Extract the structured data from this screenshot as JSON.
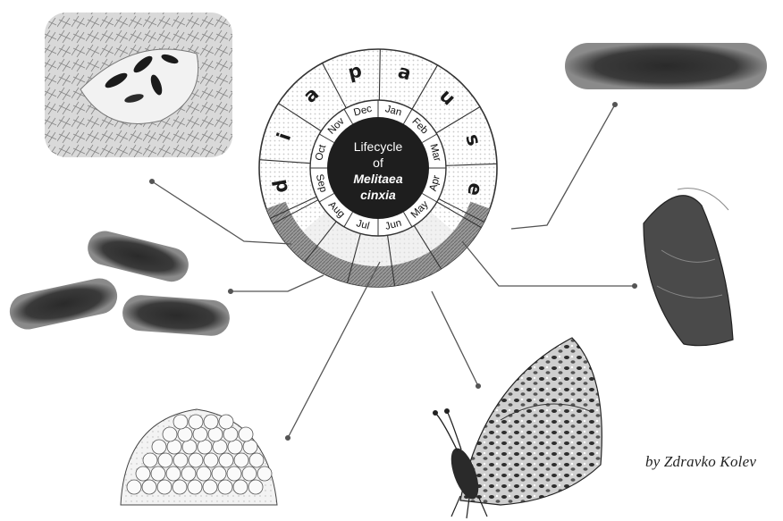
{
  "center": {
    "line1": "Lifecycle",
    "line2": "of",
    "line3": "Melitaea",
    "line4": "cinxia"
  },
  "months": [
    "Jan",
    "Feb",
    "Mar",
    "Apr",
    "May",
    "Jun",
    "Jul",
    "Aug",
    "Sep",
    "Oct",
    "Nov",
    "Dec"
  ],
  "phase_letters": [
    "d",
    "i",
    "a",
    "p",
    "a",
    "u",
    "s",
    "e"
  ],
  "credit": "by Zdravko Kolev"
}
